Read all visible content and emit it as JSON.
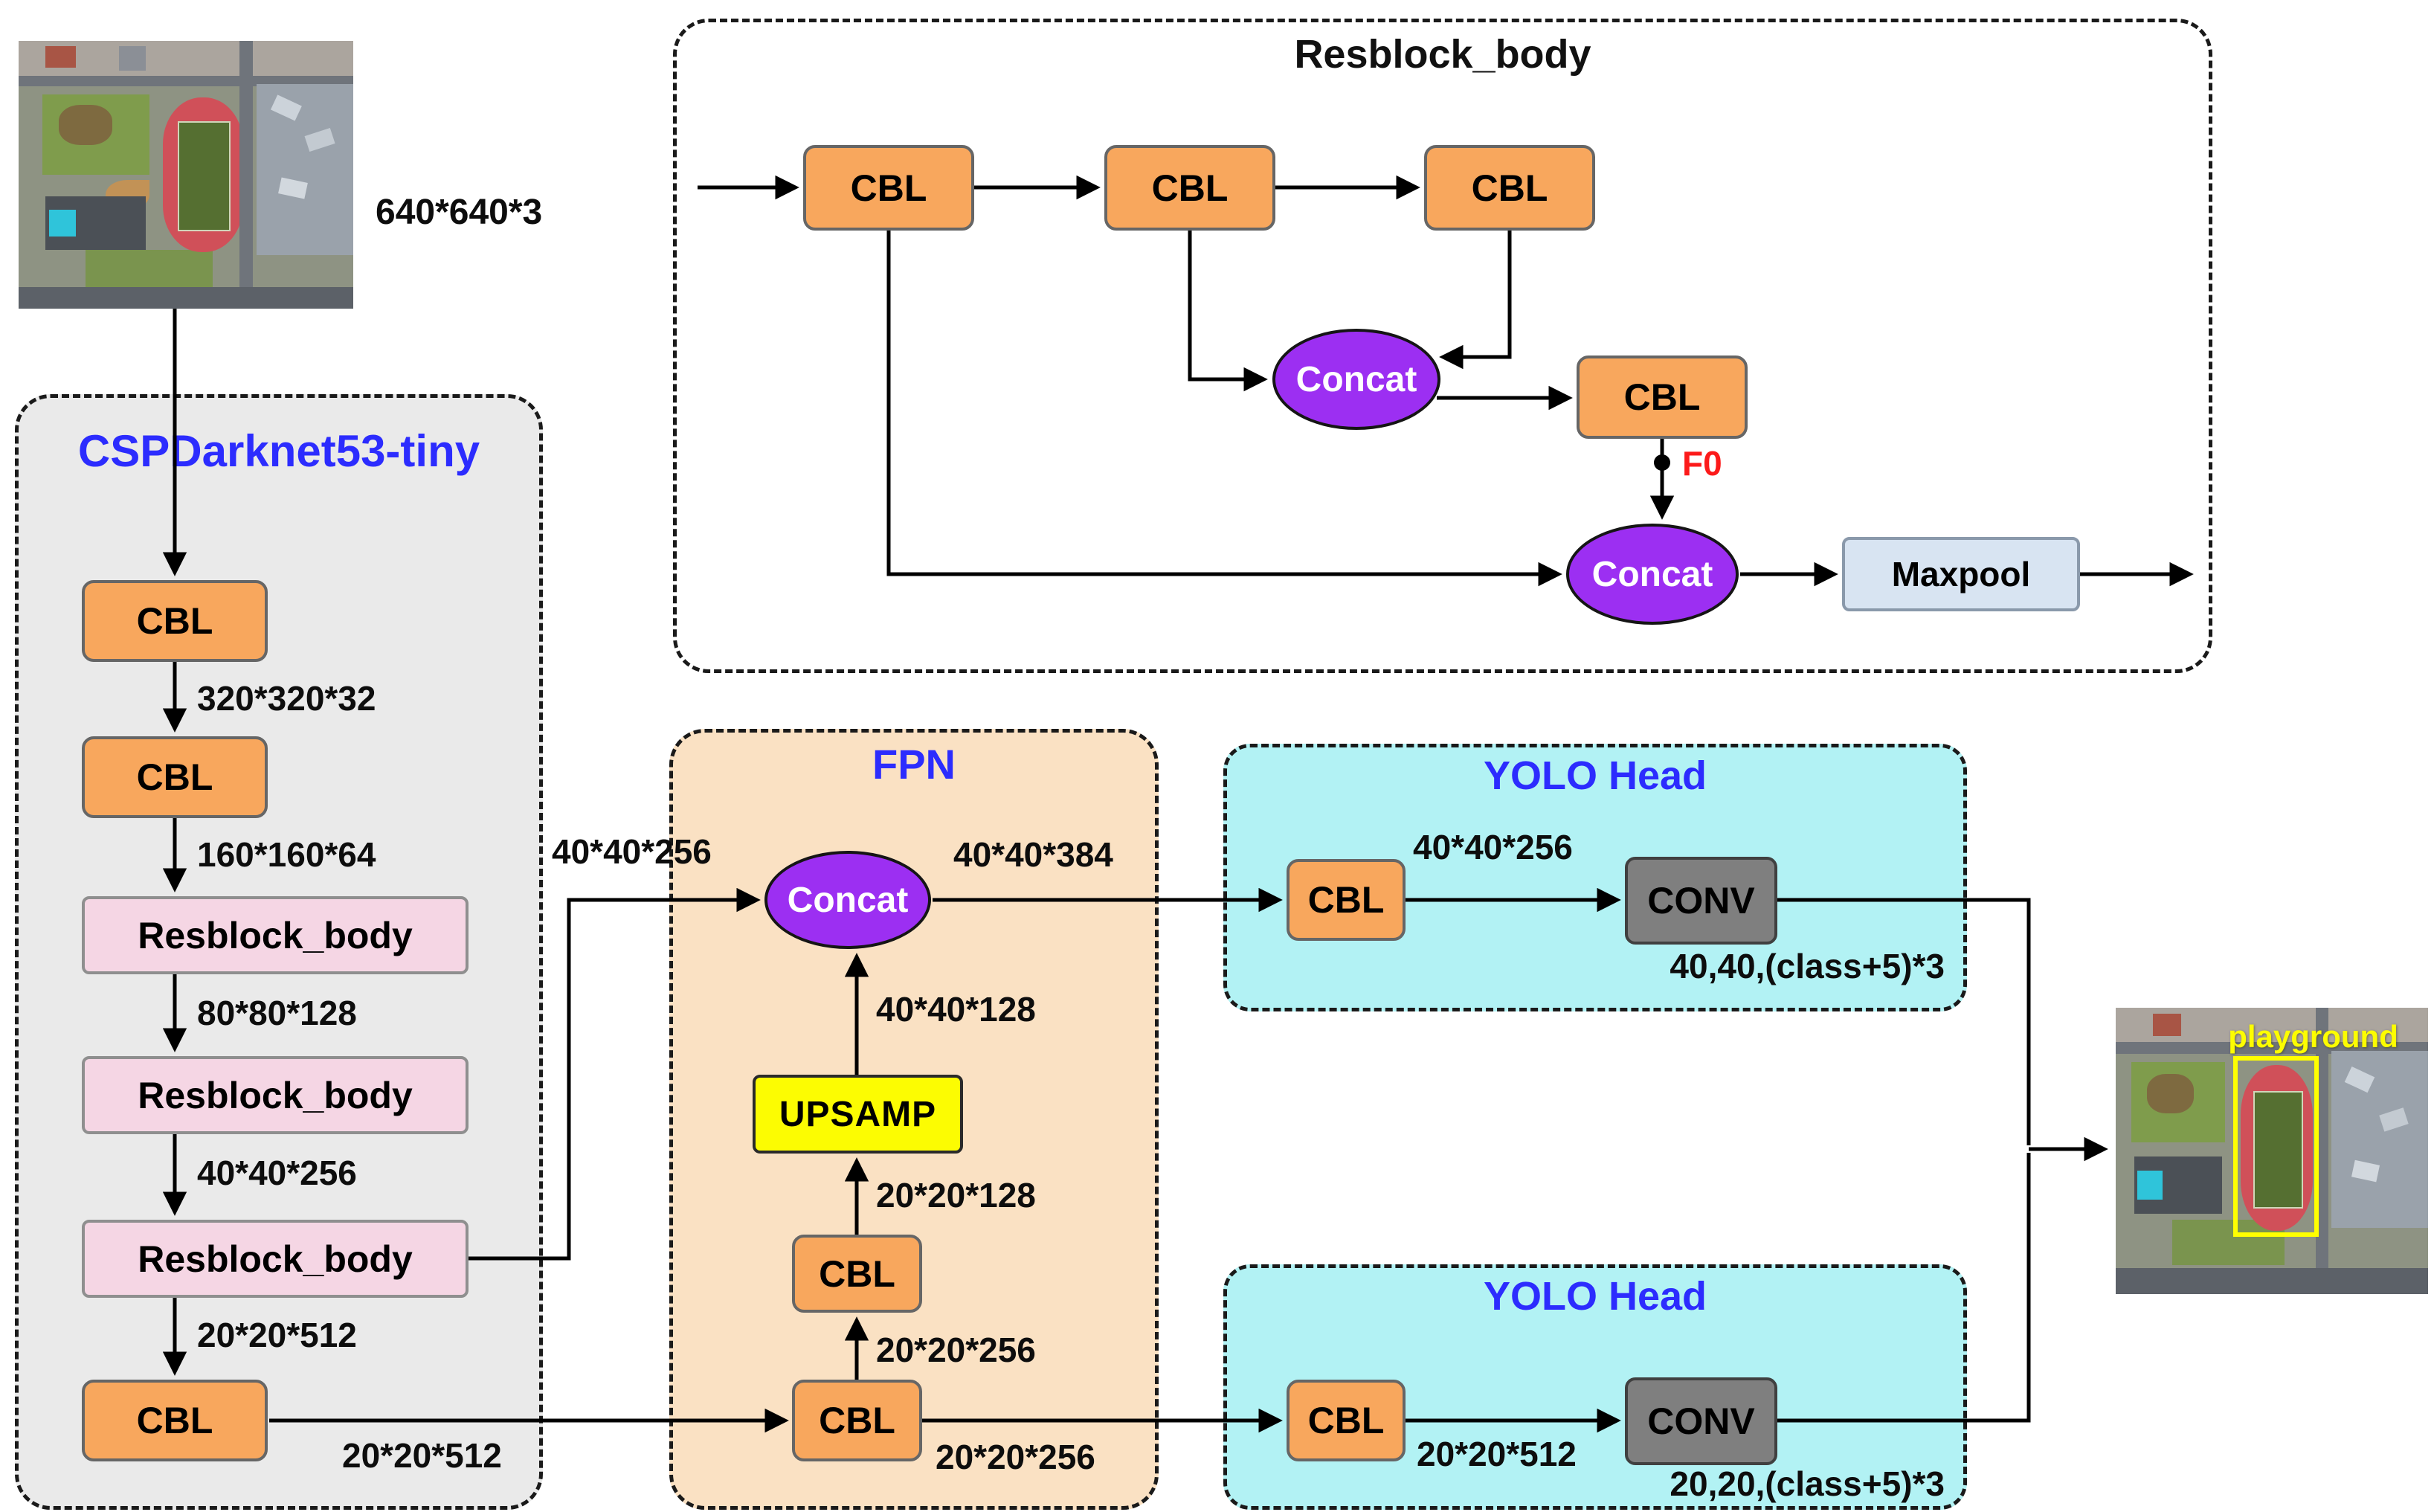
{
  "figure": {
    "input": {
      "dim": "640*640*3"
    },
    "blocks": {
      "cbl": "CBL",
      "concat": "Concat",
      "upsamp": "UPSAMP",
      "conv": "CONV",
      "maxpool": "Maxpool",
      "resblock": "Resblock_body"
    },
    "backbone": {
      "title": "CSPDarknet53-tiny",
      "dims": {
        "after_cbl1": "320*320*32",
        "after_cbl2": "160*160*64",
        "after_rb1": "80*80*128",
        "after_rb2": "40*40*256",
        "after_rb3": "20*20*512",
        "output": "20*20*512"
      }
    },
    "resblock_detail": {
      "title": "Resblock_body",
      "f0": "F0"
    },
    "fpn": {
      "title": "FPN",
      "dims": {
        "in": "40*40*256",
        "out_top": "40*40*384",
        "after_upsamp": "40*40*128",
        "after_cbl_mid": "20*20*128",
        "after_cbl_low": "20*20*256",
        "out_low": "20*20*256"
      }
    },
    "head1": {
      "title": "YOLO Head",
      "dim_mid": "40*40*256",
      "dim_out": "40,40,(class+5)*3"
    },
    "head2": {
      "title": "YOLO Head",
      "dim_mid": "20*20*512",
      "dim_out": "20,20,(class+5)*3"
    },
    "output": {
      "detection_label": "playground"
    }
  },
  "colors": {
    "cbl_fill": "#F8A75D",
    "concat_fill": "#9C2FF2",
    "resblock_fill": "#F5D6E4",
    "upsamp_fill": "#FCFC02",
    "conv_fill": "#7F7F7F",
    "maxpool_fill": "#D8E4F2",
    "backbone_bg": "#EAEAEA",
    "fpn_bg": "#FAE1C3",
    "head_bg": "#B2F2F4",
    "title_blue": "#2C2CFE",
    "f0_red": "#FC1A1A",
    "stadium_red": "#D05059",
    "bbox_yellow": "#FFFF00",
    "playground_yellow": "#FDFD00",
    "wire_black": "#000000"
  }
}
